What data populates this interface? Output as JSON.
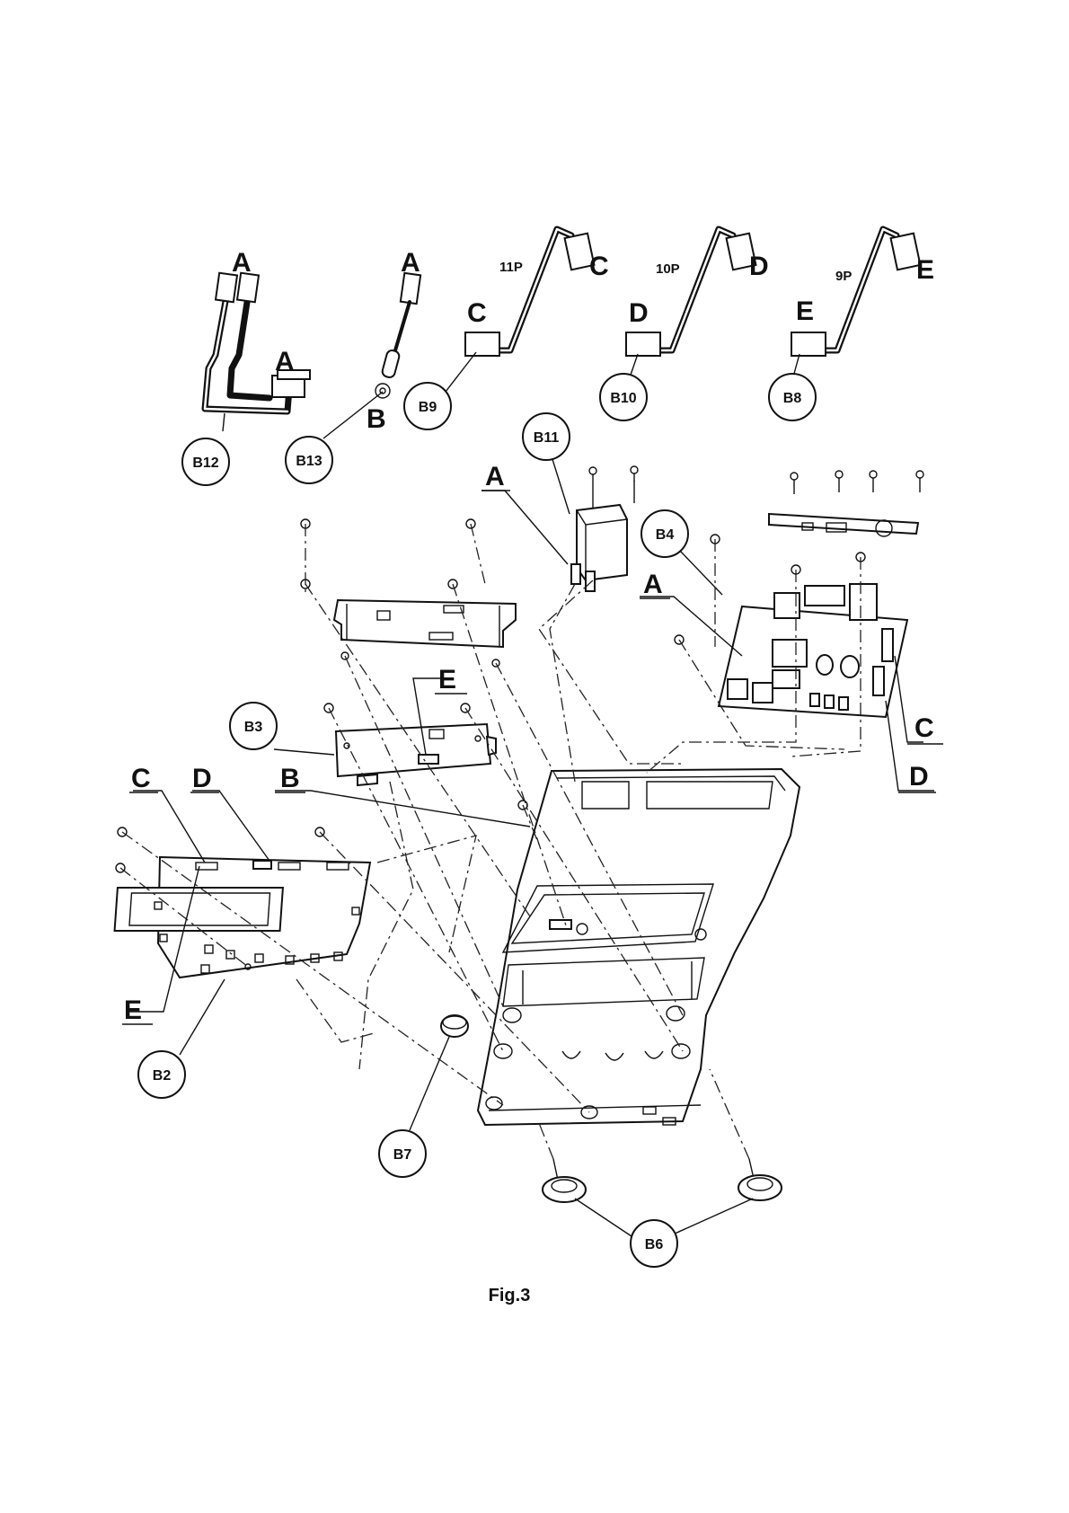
{
  "labels": {
    "a1": "A",
    "a2": "A",
    "a3": "A",
    "a4": "A",
    "a5": "A",
    "b1": "B",
    "b2": "B",
    "c1": "C",
    "c2": "C",
    "c3": "C",
    "c4": "C",
    "d1": "D",
    "d2": "D",
    "d3": "D",
    "d4": "D",
    "e1": "E",
    "e2": "E",
    "e3": "E",
    "e4": "E"
  },
  "pins": {
    "p11": "11P",
    "p10": "10P",
    "p9": "9P"
  },
  "callouts": {
    "b2": "B2",
    "b3": "B3",
    "b4": "B4",
    "b6": "B6",
    "b7": "B7",
    "b8": "B8",
    "b9": "B9",
    "b10": "B10",
    "b11": "B11",
    "b12": "B12",
    "b13": "B13"
  },
  "caption": "Fig.3"
}
